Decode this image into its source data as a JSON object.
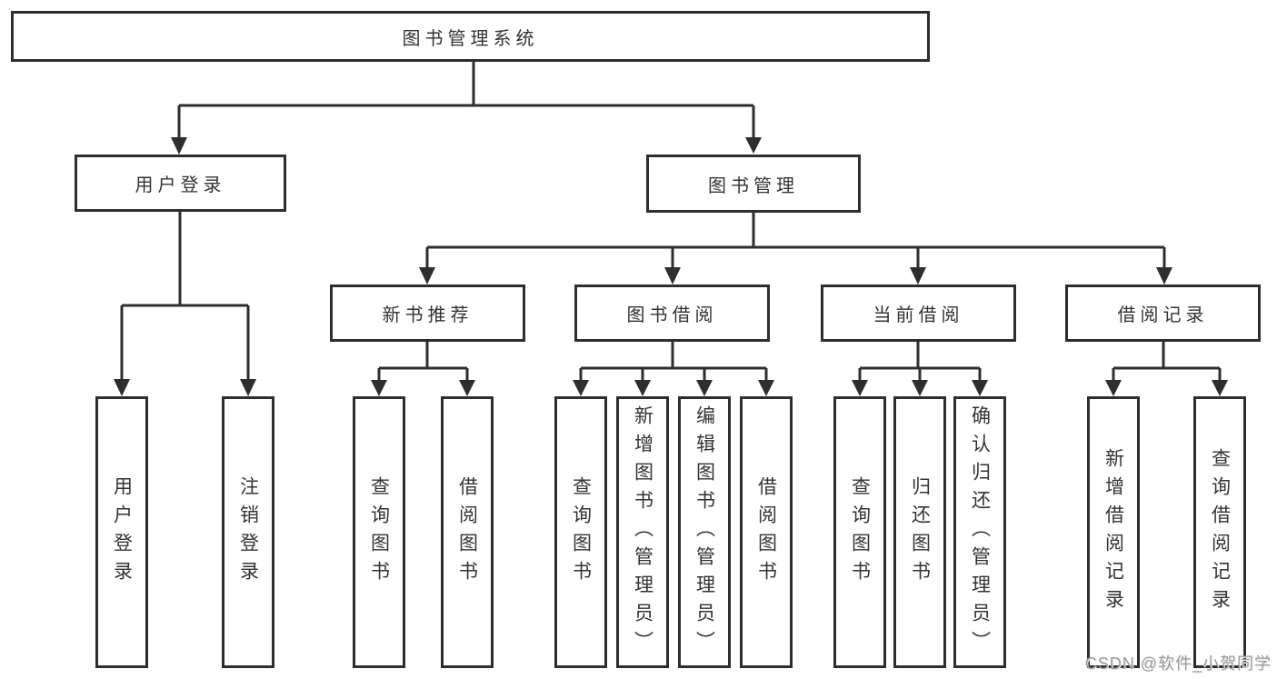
{
  "tree": {
    "label": "图书管理系统",
    "children": [
      {
        "label": "用户登录",
        "children": [
          {
            "label": "用户登录"
          },
          {
            "label": "注销登录"
          }
        ]
      },
      {
        "label": "图书管理",
        "children": [
          {
            "label": "新书推荐",
            "children": [
              {
                "label": "查询图书"
              },
              {
                "label": "借阅图书"
              }
            ]
          },
          {
            "label": "图书借阅",
            "children": [
              {
                "label": "查询图书"
              },
              {
                "label": "新增图书（管理员）"
              },
              {
                "label": "编辑图书（管理员）"
              },
              {
                "label": "借阅图书"
              }
            ]
          },
          {
            "label": "当前借阅",
            "children": [
              {
                "label": "查询图书"
              },
              {
                "label": "归还图书"
              },
              {
                "label": "确认归还（管理员）"
              }
            ]
          },
          {
            "label": "借阅记录",
            "children": [
              {
                "label": "新增借阅记录"
              },
              {
                "label": "查询借阅记录"
              }
            ]
          }
        ]
      }
    ]
  },
  "watermark": {
    "text": "CSDN @软件_小贺同学"
  },
  "colors": {
    "line": "#2e2e2e",
    "text": "#333333",
    "watermark": "#9c9c9c",
    "background": "#ffffff"
  }
}
